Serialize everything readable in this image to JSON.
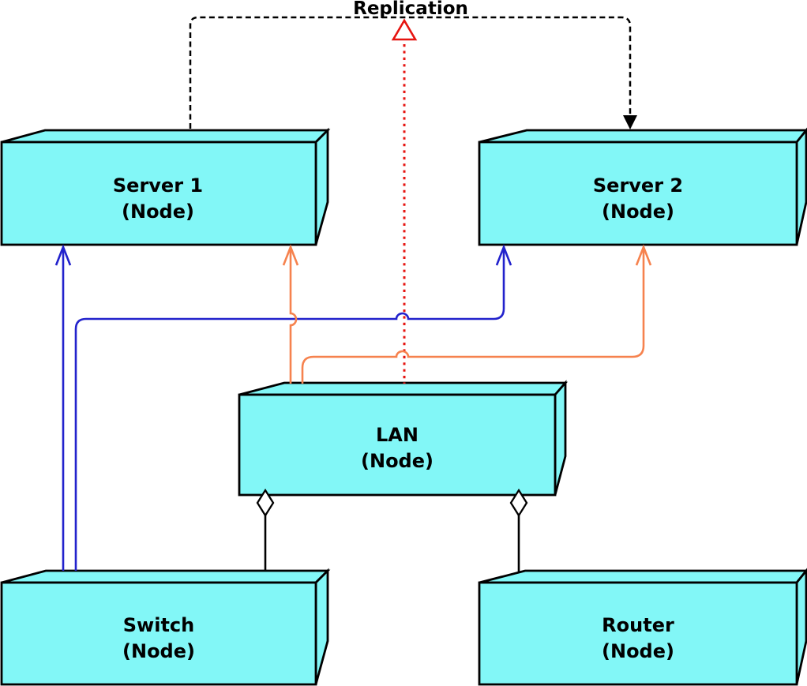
{
  "diagram": {
    "type": "uml-deployment-diagram",
    "background": "#ffffff",
    "colors": {
      "node_fill": "#82f7f7",
      "outline": "#000000",
      "text": "#000000",
      "blue": "#2222cc",
      "orange": "#f6824e",
      "red": "#e61410"
    },
    "replication_label": "Replication",
    "nodes": [
      {
        "id": "server1",
        "name": "Server 1",
        "type_label": "(Node)"
      },
      {
        "id": "server2",
        "name": "Server 2",
        "type_label": "(Node)"
      },
      {
        "id": "lan",
        "name": "LAN",
        "type_label": "(Node)"
      },
      {
        "id": "switch",
        "name": "Switch",
        "type_label": "(Node)"
      },
      {
        "id": "router",
        "name": "Router",
        "type_label": "(Node)"
      }
    ],
    "edges": [
      {
        "from": "server1",
        "to": "server2",
        "label": "Replication",
        "style": "dashed",
        "arrow": "filled-triangle",
        "color": "black"
      },
      {
        "from": "lan",
        "to": "replication-link",
        "style": "dotted",
        "arrow": "open-triangle",
        "color": "red"
      },
      {
        "from": "switch",
        "to": "server1",
        "style": "solid",
        "arrow": "open-v",
        "color": "blue"
      },
      {
        "from": "switch",
        "to": "server2",
        "style": "solid",
        "arrow": "open-v",
        "color": "blue"
      },
      {
        "from": "lan",
        "to": "server1",
        "style": "solid",
        "arrow": "open-v",
        "color": "orange"
      },
      {
        "from": "lan",
        "to": "server2",
        "style": "solid",
        "arrow": "open-v",
        "color": "orange"
      },
      {
        "from": "lan",
        "to": "switch",
        "style": "solid",
        "end": "open-diamond",
        "color": "black"
      },
      {
        "from": "lan",
        "to": "router",
        "style": "solid",
        "end": "open-diamond",
        "color": "black"
      }
    ]
  }
}
